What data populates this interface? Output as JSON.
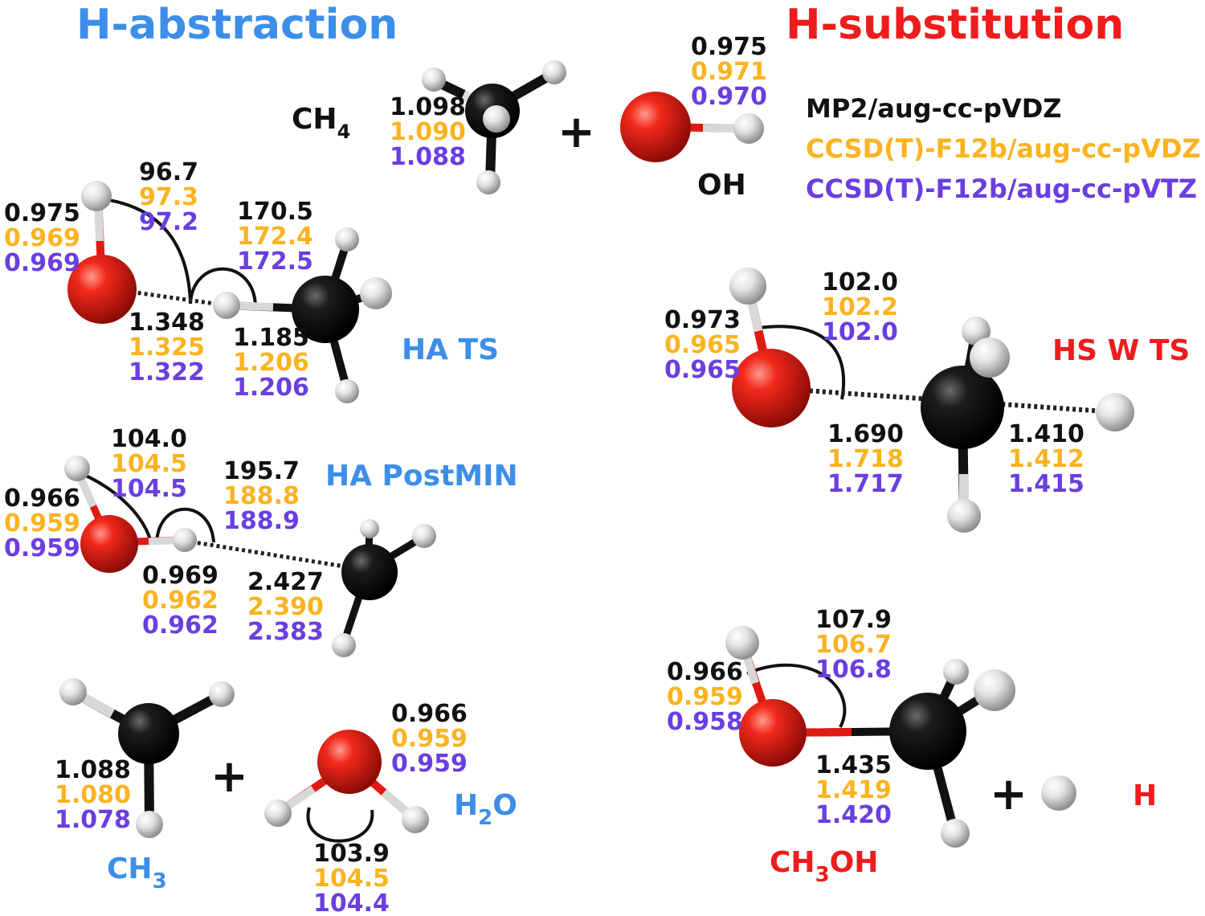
{
  "colors": {
    "black": "#111111",
    "orange": "#fbb320",
    "purple": "#6a3ee0",
    "blue": "#3d8ee8",
    "red": "#ee1c1c",
    "oxygen": "#e01a12",
    "carbon": "#151515",
    "hydrogen": "#e6e6e6"
  },
  "titles": {
    "abstraction": "H-abstraction",
    "substitution": "H-substitution"
  },
  "legend": [
    {
      "method": "MP2/aug-cc-pVDZ",
      "color": "black"
    },
    {
      "method": "CCSD(T)-F12b/aug-cc-pVDZ",
      "color": "orange"
    },
    {
      "method": "CCSD(T)-F12b/aug-cc-pVTZ",
      "color": "purple"
    }
  ],
  "species": {
    "ch4": {
      "label_main": "CH",
      "label_sub": "4",
      "ch": [
        "1.098",
        "1.090",
        "1.088"
      ]
    },
    "oh": {
      "label": "OH",
      "oh": [
        "0.975",
        "0.971",
        "0.970"
      ]
    },
    "ha_ts": {
      "label": "HA TS",
      "oh": [
        "0.975",
        "0.969",
        "0.969"
      ],
      "angle_hoh": [
        "96.7",
        "97.3",
        "97.2"
      ],
      "angle_ohc": [
        "170.5",
        "172.4",
        "172.5"
      ],
      "oh_dist": [
        "1.348",
        "1.325",
        "1.322"
      ],
      "hc_dist": [
        "1.185",
        "1.206",
        "1.206"
      ]
    },
    "ha_postmin": {
      "label": "HA PostMIN",
      "oh": [
        "0.966",
        "0.959",
        "0.959"
      ],
      "angle_hoh": [
        "104.0",
        "104.5",
        "104.5"
      ],
      "angle_ohc": [
        "195.7",
        "188.8",
        "188.9"
      ],
      "oh_short": [
        "0.969",
        "0.962",
        "0.962"
      ],
      "hc_dist": [
        "2.427",
        "2.390",
        "2.383"
      ]
    },
    "ch3": {
      "label_main": "CH",
      "label_sub": "3",
      "ch": [
        "1.088",
        "1.080",
        "1.078"
      ]
    },
    "h2o": {
      "label_main": "H",
      "label_sub": "2",
      "label_end": "O",
      "oh": [
        "0.966",
        "0.959",
        "0.959"
      ],
      "angle": [
        "103.9",
        "104.5",
        "104.4"
      ]
    },
    "hs_w_ts": {
      "label": "HS W TS",
      "oh": [
        "0.973",
        "0.965",
        "0.965"
      ],
      "angle": [
        "102.0",
        "102.2",
        "102.0"
      ],
      "oc": [
        "1.690",
        "1.718",
        "1.717"
      ],
      "ch": [
        "1.410",
        "1.412",
        "1.415"
      ]
    },
    "ch3oh": {
      "label_main": "CH",
      "label_sub": "3",
      "label_end": "OH",
      "oh": [
        "0.966",
        "0.959",
        "0.958"
      ],
      "angle": [
        "107.9",
        "106.7",
        "106.8"
      ],
      "co": [
        "1.435",
        "1.419",
        "1.420"
      ]
    },
    "h_atom": {
      "label": "H"
    }
  },
  "symbols": {
    "plus": "+"
  }
}
